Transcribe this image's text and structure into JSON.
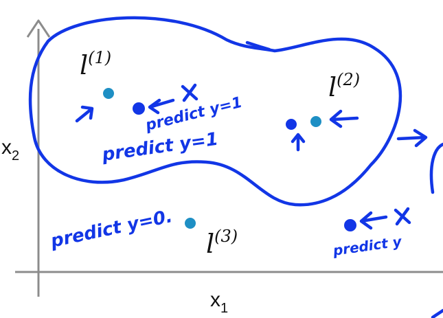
{
  "axes": {
    "x_label": "x",
    "x_sub": "1",
    "y_label": "x",
    "y_sub": "2"
  },
  "landmarks": [
    {
      "name": "l",
      "sup": "(1)"
    },
    {
      "name": "l",
      "sup": "(2)"
    },
    {
      "name": "l",
      "sup": "(3)"
    }
  ],
  "annotations": {
    "predict_y1_upper": "predict y=1",
    "predict_y1_lower": "predict y=1",
    "predict_y0": "predict y=0.",
    "predict_y_right": "predict y"
  },
  "colors": {
    "ink": "#1236e6",
    "landmark": "#1e8fc4",
    "axis": "#8c8c8c"
  }
}
